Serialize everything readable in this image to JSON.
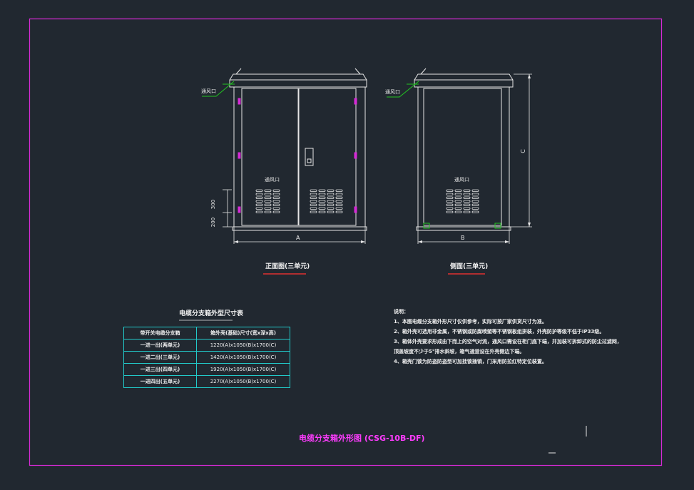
{
  "front": {
    "vent_top": "通风口",
    "vent_mid": "通风口",
    "dim_300": "300",
    "dim_200": "200",
    "dim_a": "A",
    "caption": "正面图(三单元)"
  },
  "side": {
    "vent_top": "通风口",
    "vent_mid": "通风口",
    "dim_b": "B",
    "dim_c": "C",
    "caption": "侧面(三单元)"
  },
  "table": {
    "title": "电缆分支箱外型尺寸表",
    "header": [
      "带开关电缆分支箱",
      "箱外壳(基础)尺寸(宽x深x高)"
    ],
    "rows": [
      [
        "一进一出(两单元)",
        "1220(A)x1050(B)x1700(C)"
      ],
      [
        "一进二出(三单元)",
        "1420(A)x1050(B)x1700(C)"
      ],
      [
        "一进三出(四单元)",
        "1920(A)x1050(B)x1700(C)"
      ],
      [
        "一进四出(五单元)",
        "2270(A)x1050(B)x1700(C)"
      ]
    ]
  },
  "notes": {
    "heading": "说明：",
    "lines": [
      "1、本图电缆分支箱外形尺寸仅供参考，实际可按厂家供货尺寸为准。",
      "2、箱外壳可选用非金属，不锈钢或防腐喷塑等不锈钢板组拼装，外壳防护等级不低于IP33级。",
      "3、箱体外壳要求形成由下而上的空气对流，通风口需设在柜门底下端，并加装可拆卸式的防尘过滤网，",
      "   顶盖坡度不少于5°排水斜坡，箱气通道设在外壳侧边下端。",
      "4、箱壳门锁为防盗防盗型可加挂锁插销，门采用防拉红特定位装置。"
    ]
  },
  "drawing_title": "电缆分支箱外形图 (CSG-10B-DF)",
  "colors": {
    "background": "#212830",
    "border": "#d62ad6",
    "line": "#e6e6e6",
    "leader": "#22c422",
    "table_border": "#22c9c9",
    "accent": "#ff3cff",
    "underline": "#e03030"
  }
}
